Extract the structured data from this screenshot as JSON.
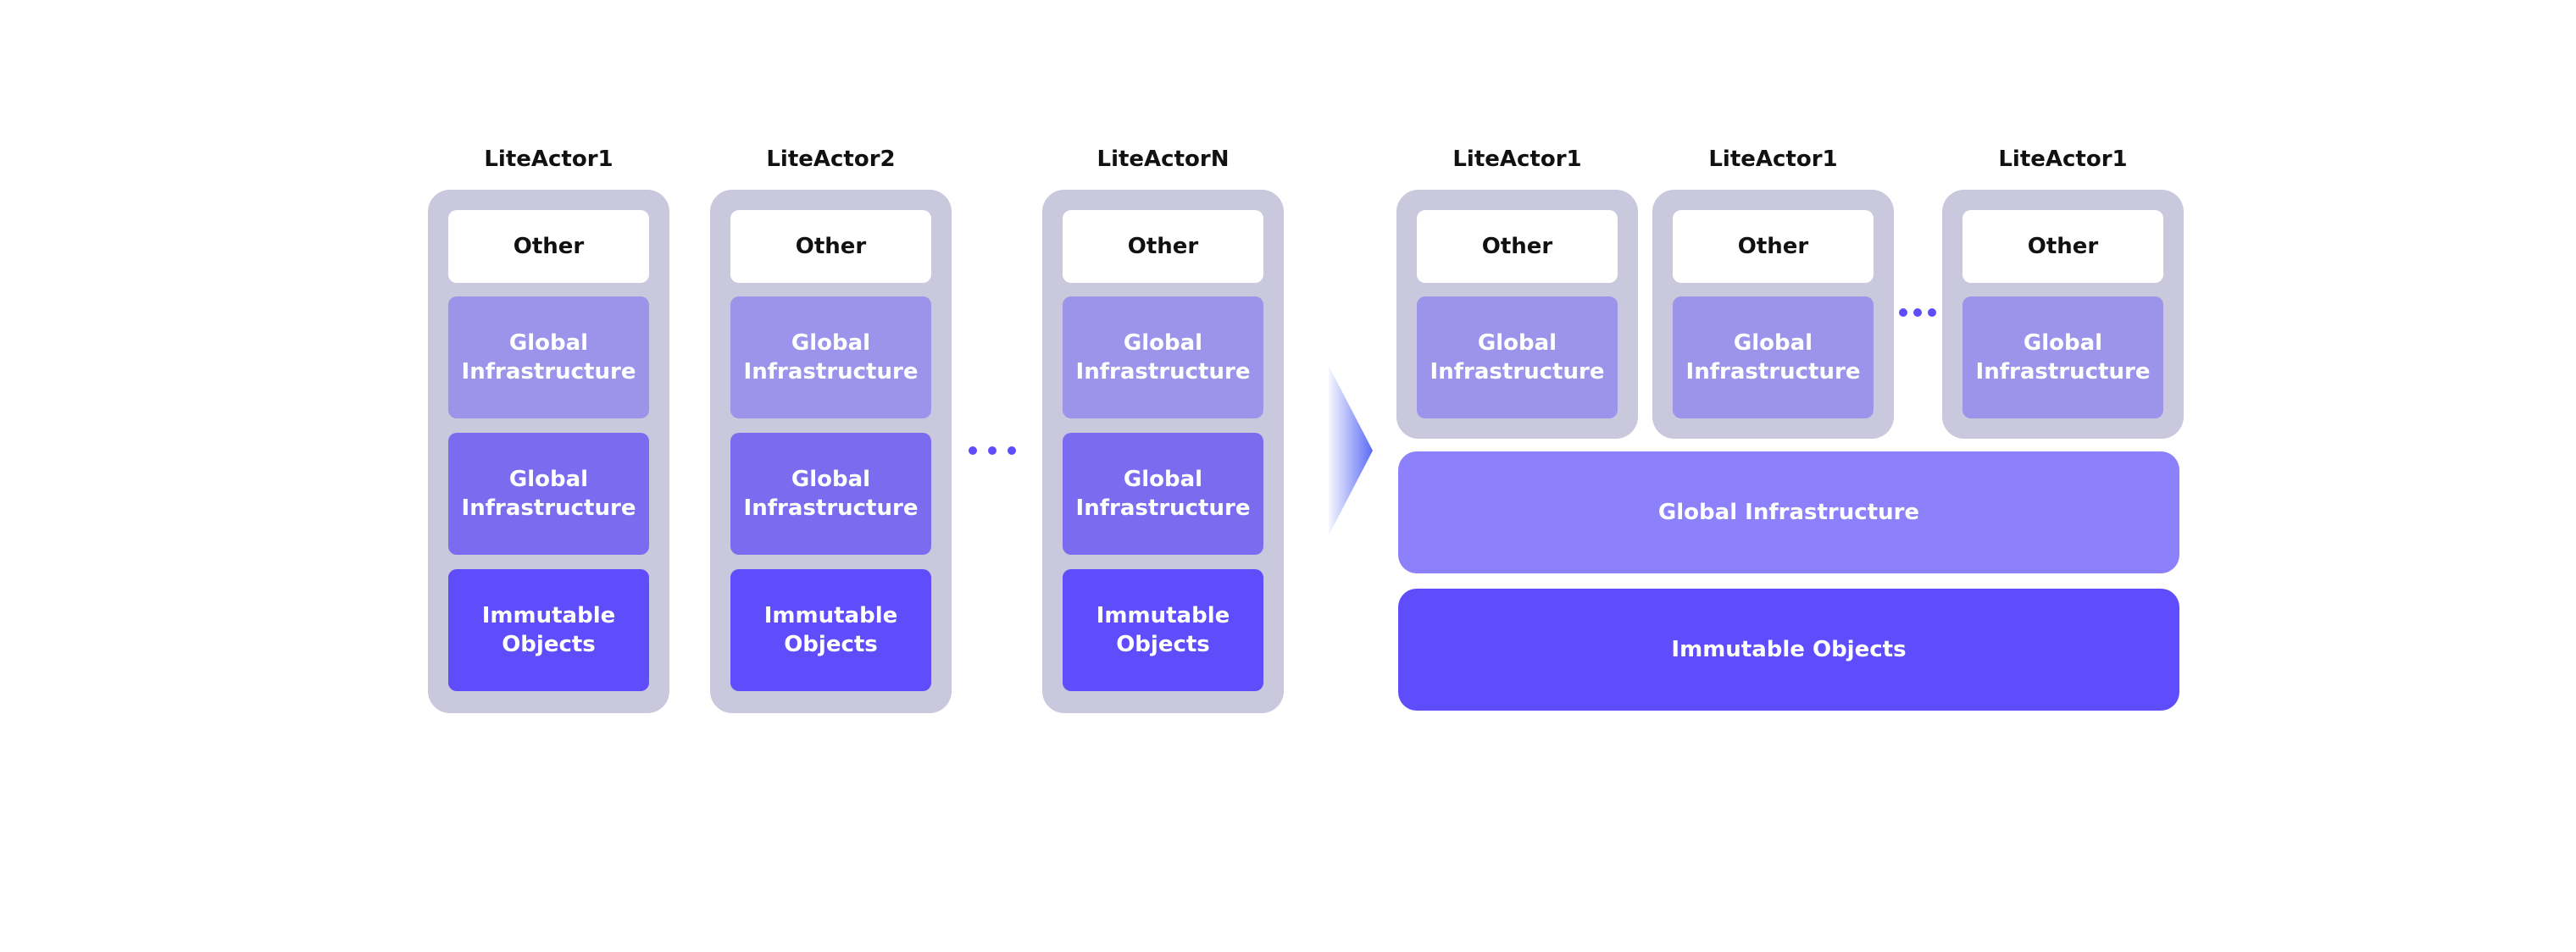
{
  "colors": {
    "background": "#ffffff",
    "column_bg": "#c9c8dc",
    "other_bg": "#ffffff",
    "other_text": "#111111",
    "global_light": "#9b94ea",
    "global_mid": "#7b6cef",
    "immutable": "#5f4dfb",
    "shared_global": "#8c80fb",
    "box_text": "#ffffff",
    "dots": "#5f4dfb",
    "arrow": "#5b6bf5"
  },
  "left": {
    "columns": [
      {
        "title": "LiteActor1",
        "other": "Other",
        "global1": [
          "Global",
          "Infrastructure"
        ],
        "global2": [
          "Global",
          "Infrastructure"
        ],
        "immutable": [
          "Immutable",
          "Objects"
        ]
      },
      {
        "title": "LiteActor2",
        "other": "Other",
        "global1": [
          "Global",
          "Infrastructure"
        ],
        "global2": [
          "Global",
          "Infrastructure"
        ],
        "immutable": [
          "Immutable",
          "Objects"
        ]
      },
      {
        "title": "LiteActorN",
        "other": "Other",
        "global1": [
          "Global",
          "Infrastructure"
        ],
        "global2": [
          "Global",
          "Infrastructure"
        ],
        "immutable": [
          "Immutable",
          "Objects"
        ]
      }
    ]
  },
  "right": {
    "columns": [
      {
        "title": "LiteActor1",
        "other": "Other",
        "global": [
          "Global",
          "Infrastructure"
        ]
      },
      {
        "title": "LiteActor1",
        "other": "Other",
        "global": [
          "Global",
          "Infrastructure"
        ]
      },
      {
        "title": "LiteActor1",
        "other": "Other",
        "global": [
          "Global",
          "Infrastructure"
        ]
      }
    ],
    "shared_global": "Global Infrastructure",
    "shared_immutable": "Immutable Objects"
  }
}
